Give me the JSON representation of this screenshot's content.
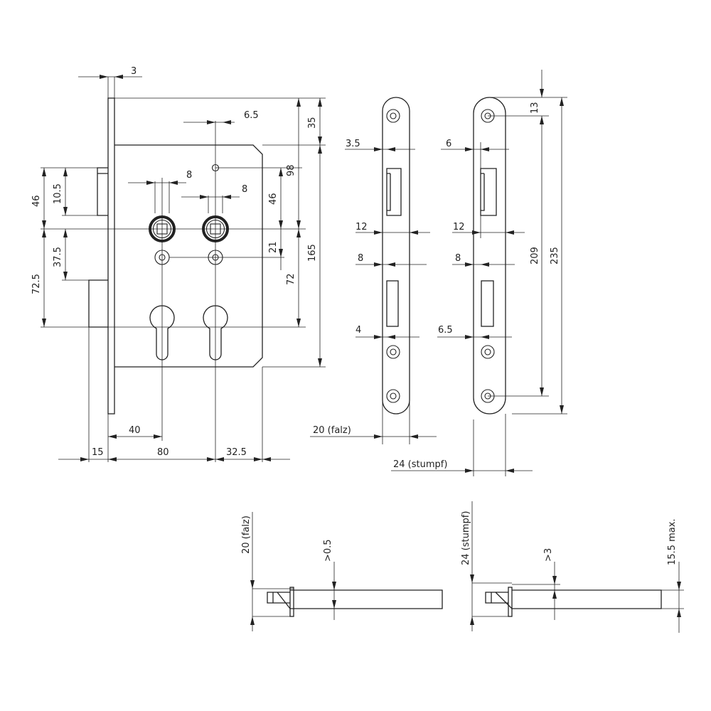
{
  "lock_front": {
    "dims": {
      "faceplate_thickness": "3",
      "follower_spindle_offset": "6.5",
      "follower1_square": "8",
      "follower2_square": "8",
      "latch_height": "46",
      "latch_offset": "10.5",
      "to_bolt_pos": "37.5",
      "bolt_height": "72.5",
      "top_to_hole": "35",
      "hole_to_follower": "98",
      "follower_to_follower": "46",
      "follower_to_screw": "21",
      "follower_to_cylinder": "72",
      "case_height": "165",
      "backset_half": "40",
      "faceplate_projection": "15",
      "backset": "80",
      "back_margin": "32.5"
    }
  },
  "strike_falz": {
    "dims": {
      "latch_offset": "3.5",
      "width": "12",
      "bolt_cutout": "8",
      "bolt_offset": "4",
      "overall_width": "20 (falz)"
    }
  },
  "strike_stumpf": {
    "dims": {
      "latch_offset": "6",
      "width": "12",
      "bolt_cutout": "8",
      "bolt_offset": "6.5",
      "top_to_hole": "13",
      "hole_to_hole": "209",
      "overall_length": "235",
      "overall_width": "24 (stumpf)"
    }
  },
  "side_view_falz": {
    "dims": {
      "width": "20 (falz)",
      "projection": ">0.5"
    }
  },
  "side_view_stumpf": {
    "dims": {
      "width": "24 (stumpf)",
      "projection": ">3",
      "thickness": "15.5 max."
    }
  }
}
